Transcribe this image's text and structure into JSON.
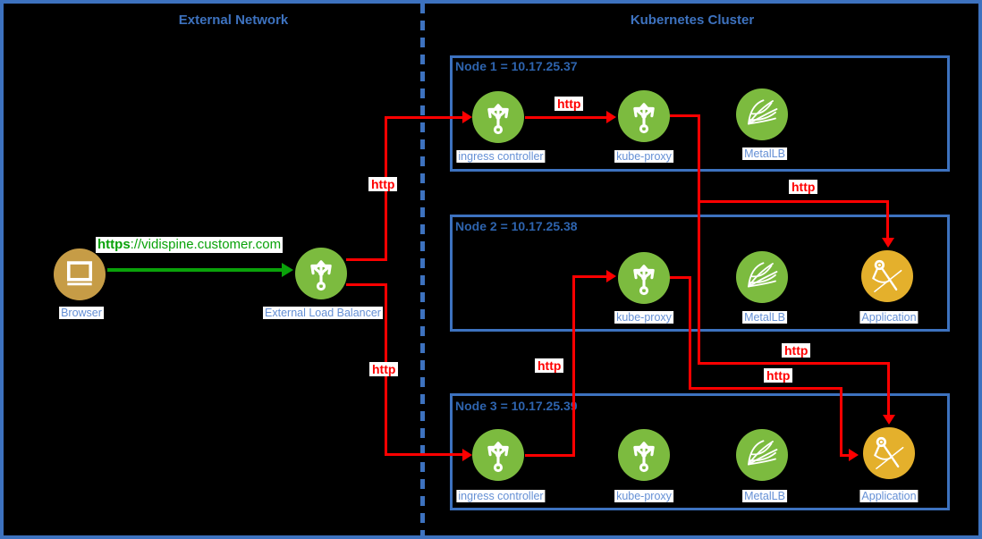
{
  "titles": {
    "external": "External Network",
    "cluster": "Kubernetes Cluster"
  },
  "nodes": [
    {
      "title": "Node 1 = 10.17.25.37"
    },
    {
      "title": "Node 2 = 10.17.25.38"
    },
    {
      "title": "Node 3 = 10.17.25.39"
    }
  ],
  "labels": {
    "browser": "Browser",
    "elb": "External Load Balancer",
    "ingress": "ingress controller",
    "kubeproxy": "kube-proxy",
    "metallb": "MetalLB",
    "application": "Application"
  },
  "edges": {
    "https_scheme": "https",
    "https_rest": "://vidispine.customer.com",
    "http": "http"
  },
  "colors": {
    "background": "#000000",
    "border_blue": "#3D72BF",
    "node_title_blue": "#2E64AE",
    "icon_label_blue": "#6590D5",
    "green_icon": "#7CBB3F",
    "gold_browser": "#C69C46",
    "gold_application": "#E4B02C",
    "red_edge": "#FF0000",
    "green_edge": "#0AA20A"
  }
}
